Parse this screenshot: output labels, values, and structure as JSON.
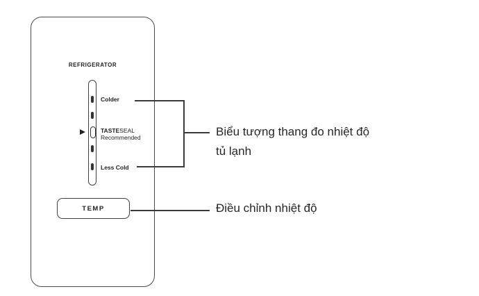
{
  "panel": {
    "title": "REFRIGERATOR",
    "scale": {
      "colder_label": "Colder",
      "tasteseal_bold": "TASTE",
      "tasteseal_rest": "SEAL",
      "recommended_label": "Recommended",
      "less_cold_label": "Less Cold",
      "ticks": [
        "small",
        "small",
        "recommended-outline",
        "small",
        "small"
      ],
      "pointer_icon": "right-triangle-pointer"
    },
    "temp_button_label": "TEMP"
  },
  "callouts": {
    "scale_label_line1": "Biểu tượng thang đo nhiệt độ",
    "scale_label_line2": "tủ lạnh",
    "temp_label": "Điều chỉnh nhiệt độ"
  },
  "colors": {
    "background": "#ffffff",
    "outline": "#4a4a4a",
    "ink": "#232323",
    "connector_line": "#3a3a3a"
  }
}
